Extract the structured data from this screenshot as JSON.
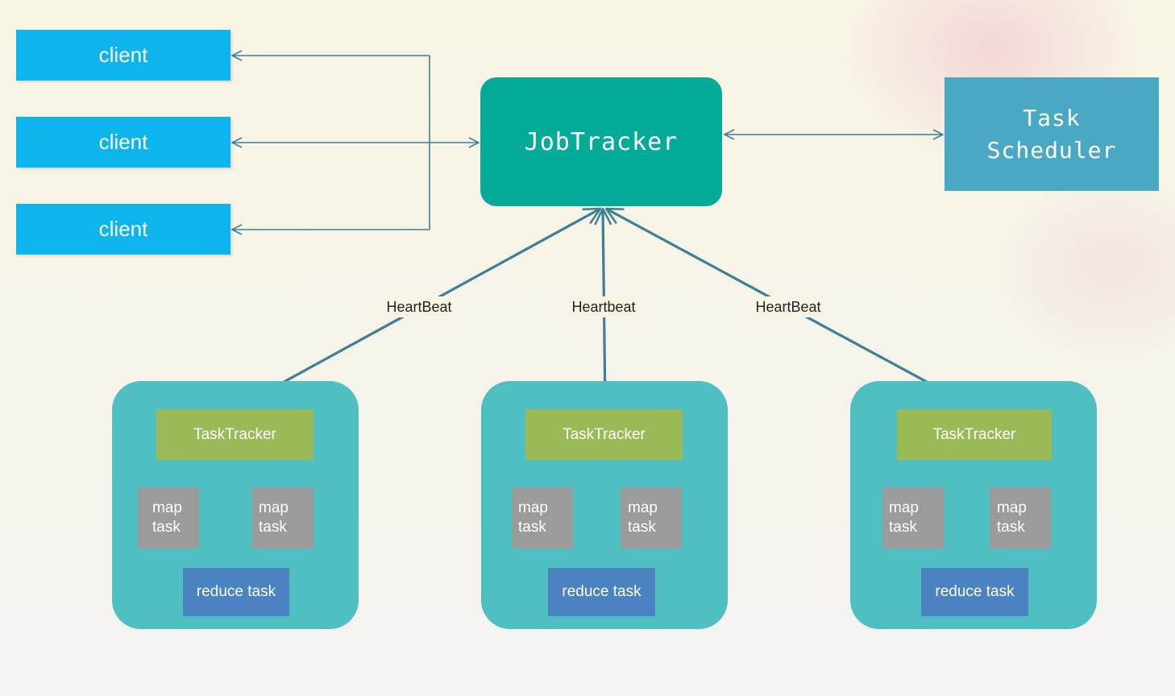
{
  "clients": [
    {
      "label": "client"
    },
    {
      "label": "client"
    },
    {
      "label": "client"
    }
  ],
  "jobtracker": {
    "label": "JobTracker"
  },
  "scheduler": {
    "line1": "Task",
    "line2": "Scheduler"
  },
  "heartbeats": [
    {
      "label": "HeartBeat"
    },
    {
      "label": "Heartbeat"
    },
    {
      "label": "HeartBeat"
    }
  ],
  "groups": [
    {
      "tasktracker": "TaskTracker",
      "map1": [
        "map",
        "task"
      ],
      "map2": [
        "map",
        "task"
      ],
      "reduce": "reduce task"
    },
    {
      "tasktracker": "TaskTracker",
      "map1": [
        "map",
        "task"
      ],
      "map2": [
        "map",
        "task"
      ],
      "reduce": "reduce task"
    },
    {
      "tasktracker": "TaskTracker",
      "map1": [
        "map",
        "task"
      ],
      "map2": [
        "map",
        "task"
      ],
      "reduce": "reduce task"
    }
  ],
  "colors": {
    "client": "#0db4ee",
    "jobtracker": "#04ab98",
    "scheduler": "#49a9c5",
    "group": "#4fbfc1",
    "tasktracker": "#9aba57",
    "map_task": "#9b9b9b",
    "reduce_task": "#4a82c2",
    "connector": "#3d7f95"
  }
}
